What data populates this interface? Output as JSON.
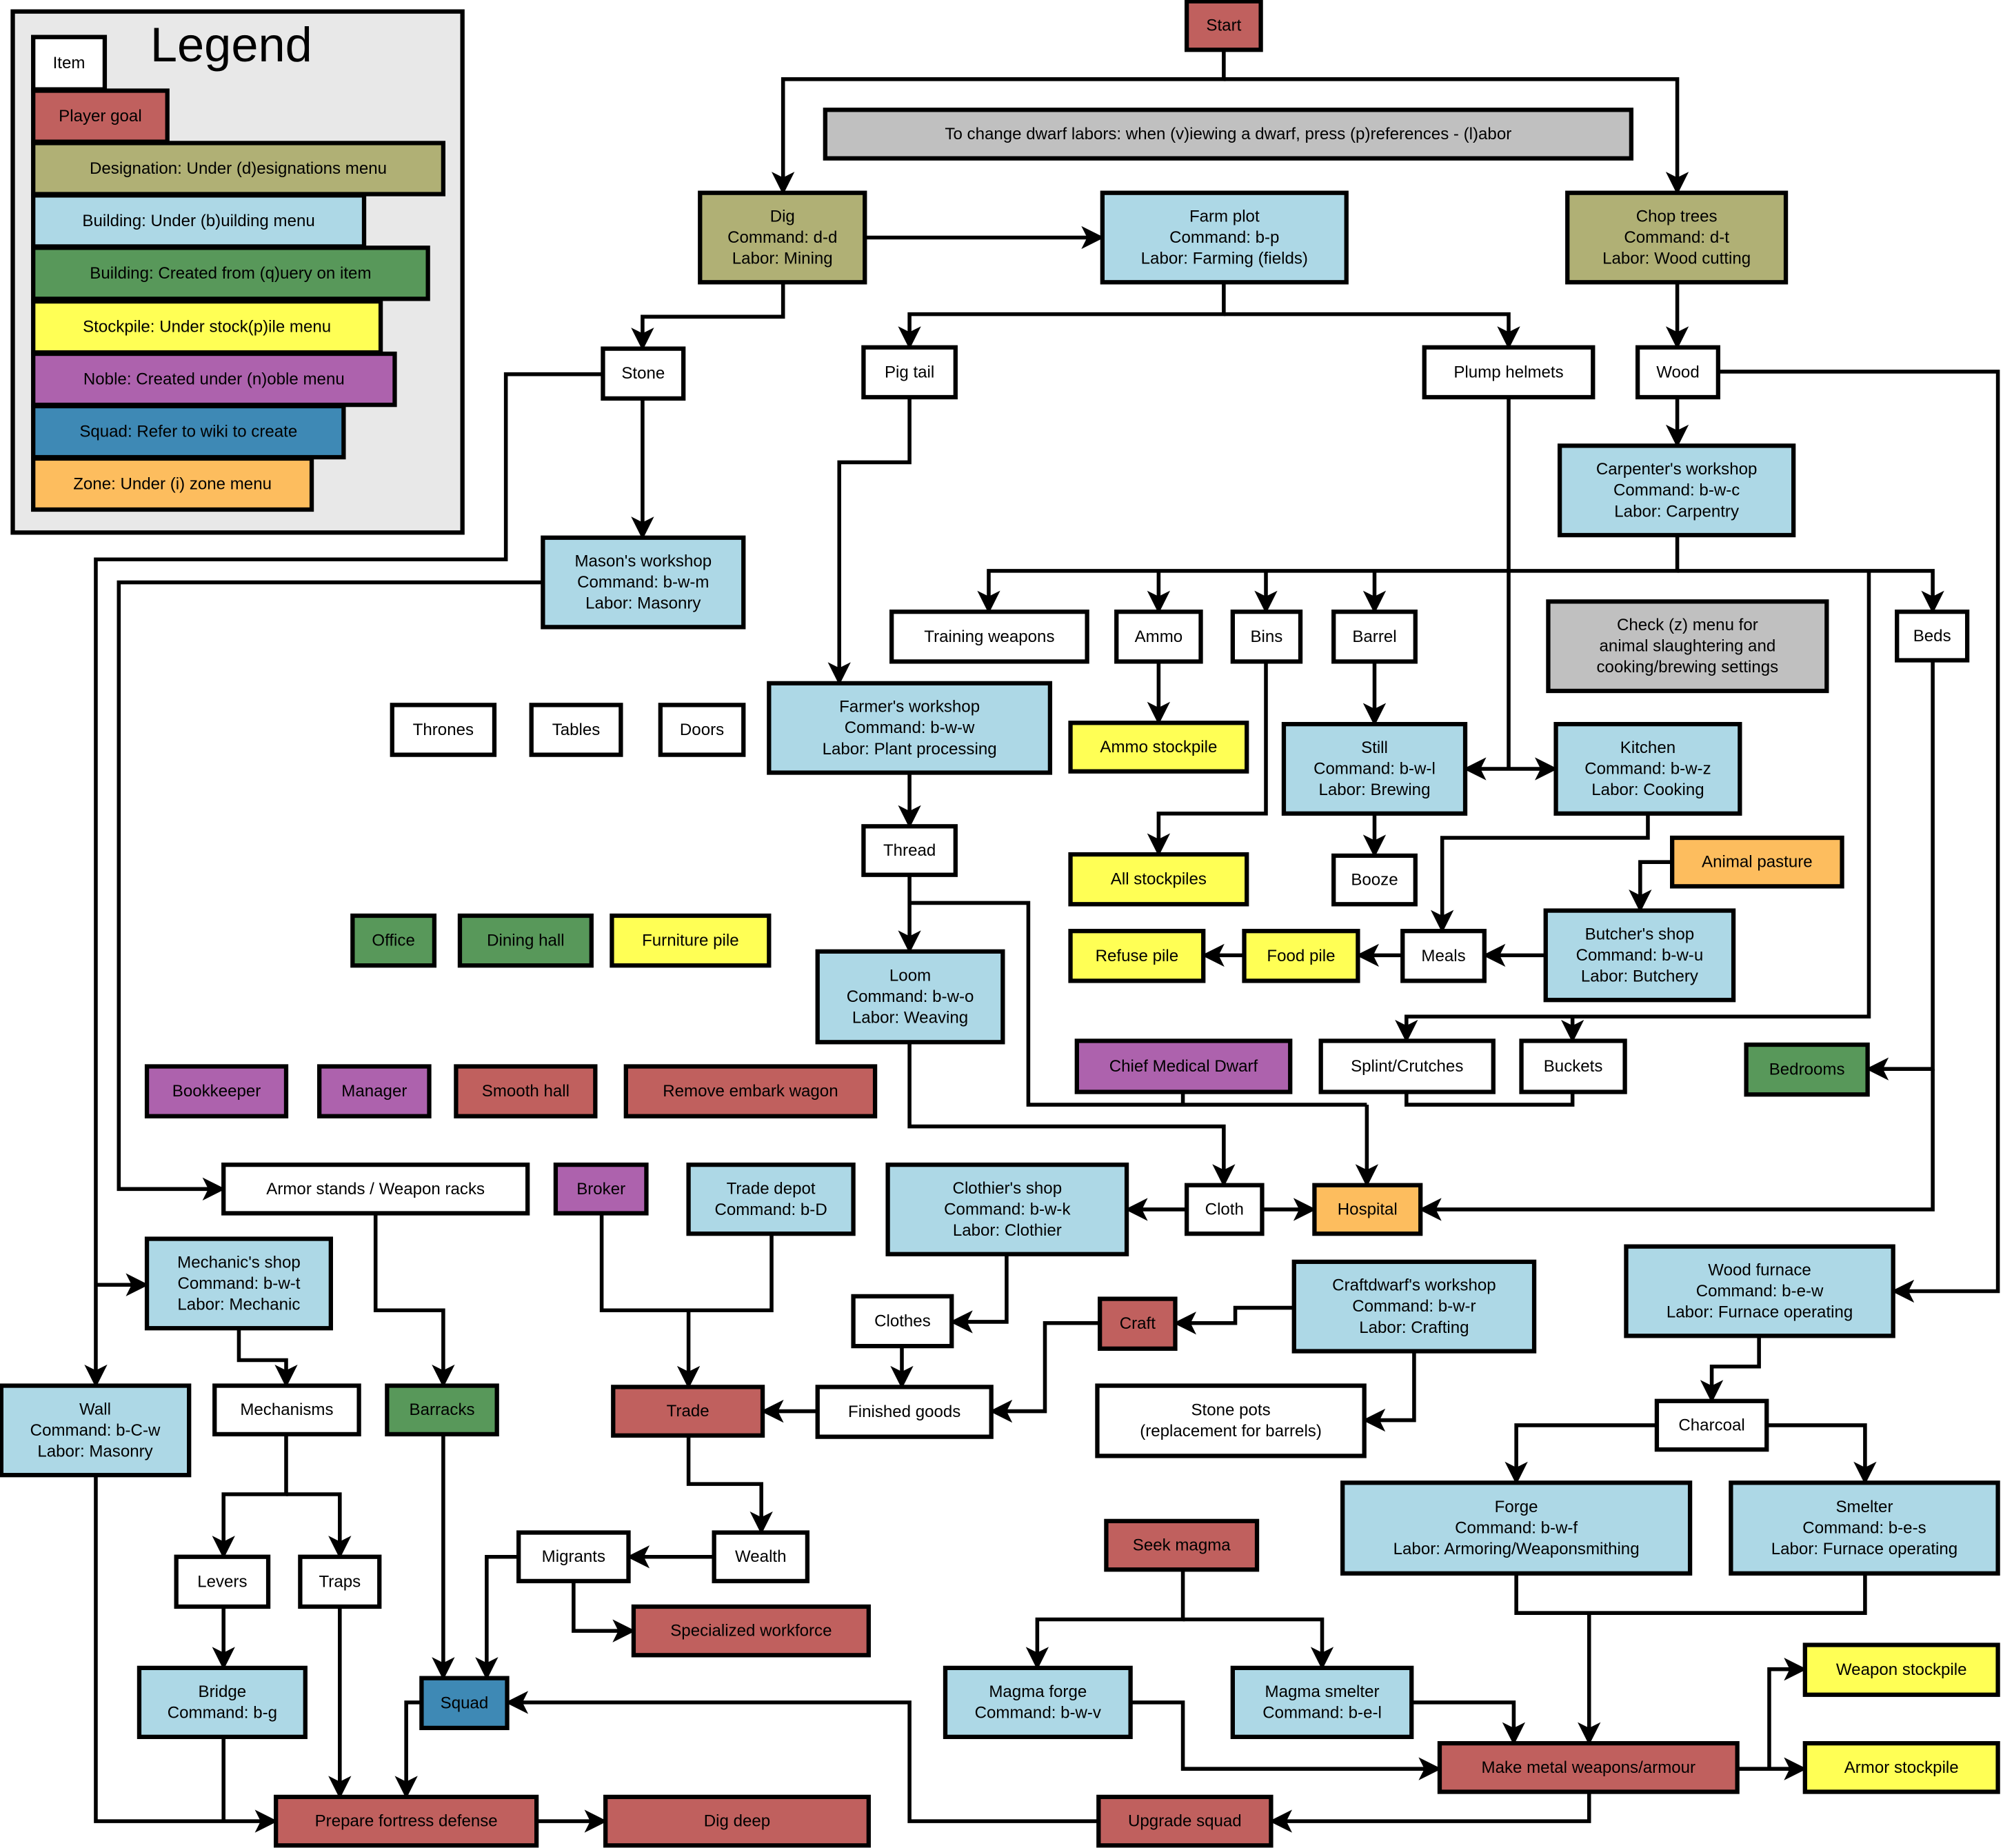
{
  "colors": {
    "item": "#ffffff",
    "goal": "#c0605e",
    "designation": "#b0b075",
    "building": "#add8e6",
    "query": "#58985a",
    "stockpile": "#ffff55",
    "noble": "#ad62ad",
    "squad": "#3e89b5",
    "zone": "#fdbd5e",
    "note": "#c0c0c0",
    "legend_bg": "#e8e8e8"
  },
  "legend": {
    "title": "Legend",
    "entries": [
      {
        "type": "item",
        "label": "Item"
      },
      {
        "type": "goal",
        "label": "Player goal"
      },
      {
        "type": "designation",
        "label": "Designation: Under (d)esignations menu"
      },
      {
        "type": "building",
        "label": "Building: Under (b)uilding menu"
      },
      {
        "type": "query",
        "label": "Building: Created from (q)uery on item"
      },
      {
        "type": "stockpile",
        "label": "Stockpile: Under stock(p)ile menu"
      },
      {
        "type": "noble",
        "label": "Noble: Created under (n)oble menu"
      },
      {
        "type": "squad",
        "label": "Squad: Refer to wiki to create"
      },
      {
        "type": "zone",
        "label": "Zone: Under (i) zone menu"
      }
    ]
  },
  "nodes": [
    {
      "id": "start",
      "type": "goal",
      "lines": [
        "Start"
      ]
    },
    {
      "id": "note-labors",
      "type": "note",
      "lines": [
        "To change dwarf labors: when (v)iewing a dwarf, press (p)references - (l)abor"
      ]
    },
    {
      "id": "dig",
      "type": "designation",
      "lines": [
        "Dig",
        "Command: d-d",
        "Labor: Mining"
      ]
    },
    {
      "id": "farm-plot",
      "type": "building",
      "lines": [
        "Farm plot",
        "Command: b-p",
        "Labor: Farming (fields)"
      ]
    },
    {
      "id": "chop-trees",
      "type": "designation",
      "lines": [
        "Chop trees",
        "Command: d-t",
        "Labor: Wood cutting"
      ]
    },
    {
      "id": "stone",
      "type": "item",
      "lines": [
        "Stone"
      ]
    },
    {
      "id": "pig-tail",
      "type": "item",
      "lines": [
        "Pig tail"
      ]
    },
    {
      "id": "plump-helmets",
      "type": "item",
      "lines": [
        "Plump helmets"
      ]
    },
    {
      "id": "wood",
      "type": "item",
      "lines": [
        "Wood"
      ]
    },
    {
      "id": "carpenter",
      "type": "building",
      "lines": [
        "Carpenter's workshop",
        "Command: b-w-c",
        "Labor: Carpentry"
      ]
    },
    {
      "id": "mason",
      "type": "building",
      "lines": [
        "Mason's workshop",
        "Command: b-w-m",
        "Labor: Masonry"
      ]
    },
    {
      "id": "training-weapons",
      "type": "item",
      "lines": [
        "Training weapons"
      ]
    },
    {
      "id": "ammo",
      "type": "item",
      "lines": [
        "Ammo"
      ]
    },
    {
      "id": "bins",
      "type": "item",
      "lines": [
        "Bins"
      ]
    },
    {
      "id": "barrel",
      "type": "item",
      "lines": [
        "Barrel"
      ]
    },
    {
      "id": "note-z",
      "type": "note",
      "lines": [
        "Check (z) menu for",
        "animal slaughtering and",
        "cooking/brewing settings"
      ]
    },
    {
      "id": "beds",
      "type": "item",
      "lines": [
        "Beds"
      ]
    },
    {
      "id": "farmers-workshop",
      "type": "building",
      "lines": [
        "Farmer's workshop",
        "Command: b-w-w",
        "Labor: Plant processing"
      ]
    },
    {
      "id": "thrones",
      "type": "item",
      "lines": [
        "Thrones"
      ]
    },
    {
      "id": "tables",
      "type": "item",
      "lines": [
        "Tables"
      ]
    },
    {
      "id": "doors",
      "type": "item",
      "lines": [
        "Doors"
      ]
    },
    {
      "id": "ammo-stockpile",
      "type": "stockpile",
      "lines": [
        "Ammo stockpile"
      ]
    },
    {
      "id": "still",
      "type": "building",
      "lines": [
        "Still",
        "Command: b-w-l",
        "Labor: Brewing"
      ]
    },
    {
      "id": "kitchen",
      "type": "building",
      "lines": [
        "Kitchen",
        "Command: b-w-z",
        "Labor: Cooking"
      ]
    },
    {
      "id": "thread",
      "type": "item",
      "lines": [
        "Thread"
      ]
    },
    {
      "id": "all-stockpiles",
      "type": "stockpile",
      "lines": [
        "All stockpiles"
      ]
    },
    {
      "id": "booze",
      "type": "item",
      "lines": [
        "Booze"
      ]
    },
    {
      "id": "animal-pasture",
      "type": "zone",
      "lines": [
        "Animal pasture"
      ]
    },
    {
      "id": "office",
      "type": "query",
      "lines": [
        "Office"
      ]
    },
    {
      "id": "dining-hall",
      "type": "query",
      "lines": [
        "Dining hall"
      ]
    },
    {
      "id": "furniture-pile",
      "type": "stockpile",
      "lines": [
        "Furniture pile"
      ]
    },
    {
      "id": "loom",
      "type": "building",
      "lines": [
        "Loom",
        "Command: b-w-o",
        "Labor: Weaving"
      ]
    },
    {
      "id": "refuse-pile",
      "type": "stockpile",
      "lines": [
        "Refuse pile"
      ]
    },
    {
      "id": "food-pile",
      "type": "stockpile",
      "lines": [
        "Food pile"
      ]
    },
    {
      "id": "meals",
      "type": "item",
      "lines": [
        "Meals"
      ]
    },
    {
      "id": "butcher",
      "type": "building",
      "lines": [
        "Butcher's shop",
        "Command: b-w-u",
        "Labor: Butchery"
      ]
    },
    {
      "id": "bookkeeper",
      "type": "noble",
      "lines": [
        "Bookkeeper"
      ]
    },
    {
      "id": "manager",
      "type": "noble",
      "lines": [
        "Manager"
      ]
    },
    {
      "id": "smooth-hall",
      "type": "goal",
      "lines": [
        "Smooth hall"
      ]
    },
    {
      "id": "remove-wagon",
      "type": "goal",
      "lines": [
        "Remove embark wagon"
      ]
    },
    {
      "id": "cmd",
      "type": "noble",
      "lines": [
        "Chief Medical Dwarf"
      ]
    },
    {
      "id": "splint",
      "type": "item",
      "lines": [
        "Splint/Crutches"
      ]
    },
    {
      "id": "buckets",
      "type": "item",
      "lines": [
        "Buckets"
      ]
    },
    {
      "id": "bedrooms",
      "type": "query",
      "lines": [
        "Bedrooms"
      ]
    },
    {
      "id": "armor-stands",
      "type": "item",
      "lines": [
        "Armor stands / Weapon racks"
      ]
    },
    {
      "id": "broker",
      "type": "noble",
      "lines": [
        "Broker"
      ]
    },
    {
      "id": "trade-depot",
      "type": "building",
      "lines": [
        "Trade depot",
        "Command: b-D"
      ]
    },
    {
      "id": "clothier",
      "type": "building",
      "lines": [
        "Clothier's shop",
        "Command: b-w-k",
        "Labor: Clothier"
      ]
    },
    {
      "id": "cloth",
      "type": "item",
      "lines": [
        "Cloth"
      ]
    },
    {
      "id": "hospital",
      "type": "zone",
      "lines": [
        "Hospital"
      ]
    },
    {
      "id": "mechanic",
      "type": "building",
      "lines": [
        "Mechanic's shop",
        "Command: b-w-t",
        "Labor: Mechanic"
      ]
    },
    {
      "id": "wood-furnace",
      "type": "building",
      "lines": [
        "Wood furnace",
        "Command: b-e-w",
        "Labor: Furnace operating"
      ]
    },
    {
      "id": "craftdwarf",
      "type": "building",
      "lines": [
        "Craftdwarf's workshop",
        "Command: b-w-r",
        "Labor: Crafting"
      ]
    },
    {
      "id": "clothes",
      "type": "item",
      "lines": [
        "Clothes"
      ]
    },
    {
      "id": "craft",
      "type": "goal",
      "lines": [
        "Craft"
      ]
    },
    {
      "id": "wall",
      "type": "building",
      "lines": [
        "Wall",
        "Command: b-C-w",
        "Labor: Masonry"
      ]
    },
    {
      "id": "mechanisms",
      "type": "item",
      "lines": [
        "Mechanisms"
      ]
    },
    {
      "id": "barracks",
      "type": "query",
      "lines": [
        "Barracks"
      ]
    },
    {
      "id": "trade",
      "type": "goal",
      "lines": [
        "Trade"
      ]
    },
    {
      "id": "finished-goods",
      "type": "item",
      "lines": [
        "Finished goods"
      ]
    },
    {
      "id": "stone-pots",
      "type": "item",
      "lines": [
        "Stone pots",
        "(replacement for barrels)"
      ]
    },
    {
      "id": "charcoal",
      "type": "item",
      "lines": [
        "Charcoal"
      ]
    },
    {
      "id": "forge",
      "type": "building",
      "lines": [
        "Forge",
        "Command: b-w-f",
        "Labor: Armoring/Weaponsmithing"
      ]
    },
    {
      "id": "smelter",
      "type": "building",
      "lines": [
        "Smelter",
        "Command: b-e-s",
        "Labor: Furnace operating"
      ]
    },
    {
      "id": "seek-magma",
      "type": "goal",
      "lines": [
        "Seek magma"
      ]
    },
    {
      "id": "levers",
      "type": "item",
      "lines": [
        "Levers"
      ]
    },
    {
      "id": "traps",
      "type": "item",
      "lines": [
        "Traps"
      ]
    },
    {
      "id": "migrants",
      "type": "item",
      "lines": [
        "Migrants"
      ]
    },
    {
      "id": "wealth",
      "type": "item",
      "lines": [
        "Wealth"
      ]
    },
    {
      "id": "specialized",
      "type": "goal",
      "lines": [
        "Specialized workforce"
      ]
    },
    {
      "id": "bridge",
      "type": "building",
      "lines": [
        "Bridge",
        "Command: b-g"
      ]
    },
    {
      "id": "squad",
      "type": "squad",
      "lines": [
        "Squad"
      ]
    },
    {
      "id": "magma-forge",
      "type": "building",
      "lines": [
        "Magma forge",
        "Command: b-w-v"
      ]
    },
    {
      "id": "magma-smelter",
      "type": "building",
      "lines": [
        "Magma smelter",
        "Command: b-e-l"
      ]
    },
    {
      "id": "weapon-stockpile",
      "type": "stockpile",
      "lines": [
        "Weapon stockpile"
      ]
    },
    {
      "id": "make-metal",
      "type": "goal",
      "lines": [
        "Make metal weapons/armour"
      ]
    },
    {
      "id": "armor-stockpile",
      "type": "stockpile",
      "lines": [
        "Armor stockpile"
      ]
    },
    {
      "id": "prepare-defense",
      "type": "goal",
      "lines": [
        "Prepare fortress defense"
      ]
    },
    {
      "id": "dig-deep",
      "type": "goal",
      "lines": [
        "Dig deep"
      ]
    },
    {
      "id": "upgrade-squad",
      "type": "goal",
      "lines": [
        "Upgrade squad"
      ]
    }
  ]
}
